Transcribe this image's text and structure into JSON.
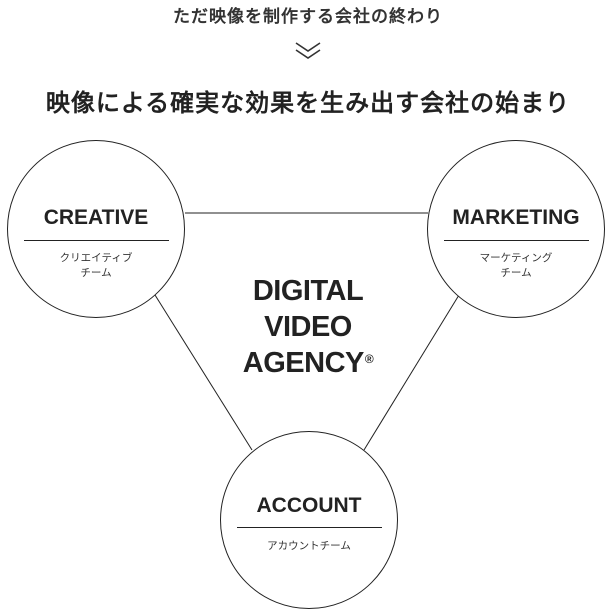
{
  "header": {
    "subtitle": "ただ映像を制作する会社の終わり",
    "headline": "映像による確実な効果を生み出す会社の始まり"
  },
  "diagram": {
    "center": {
      "lines": [
        "DIGITAL",
        "VIDEO",
        "AGENCY"
      ],
      "mark": "®"
    },
    "nodes": {
      "creative": {
        "title": "CREATIVE",
        "desc_lines": [
          "クリエイティブ",
          "チーム"
        ]
      },
      "marketing": {
        "title": "MARKETING",
        "desc_lines": [
          "マーケティング",
          "チーム"
        ]
      },
      "account": {
        "title": "ACCOUNT",
        "desc_lines": [
          "アカウントチーム"
        ]
      }
    }
  }
}
